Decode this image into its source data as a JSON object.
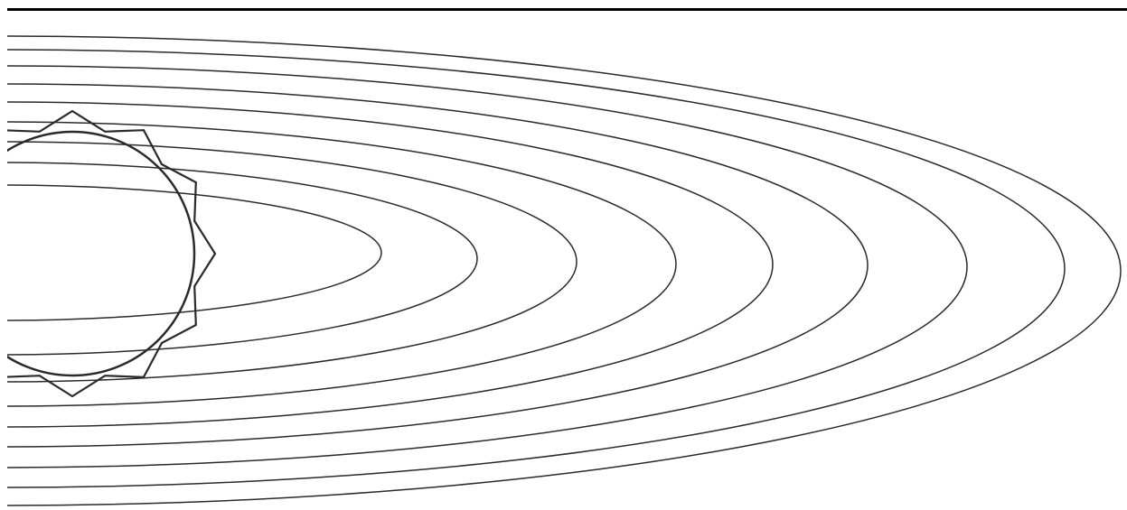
{
  "diagram": {
    "type": "line-drawing",
    "subject": "sun-with-orbits",
    "orbit_count": 9,
    "sun_ray_points": 12,
    "colors": {
      "background": "#ffffff",
      "line": "#2a2a2a",
      "rule": "#000000"
    }
  }
}
